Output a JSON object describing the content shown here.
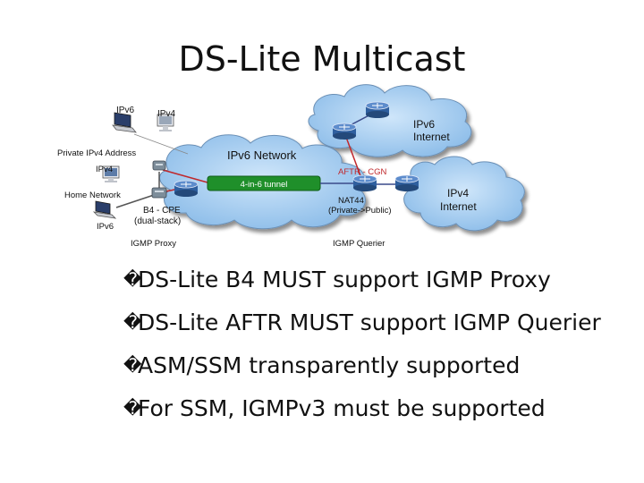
{
  "title": "DS-Lite Multicast",
  "diagram": {
    "labels": {
      "ipv6_device": "IPv6",
      "ipv4_device": "IPv4",
      "private_ipv4": "Private IPv4 Address",
      "ipv4_host": "IPv4",
      "home_network": "Home Network",
      "ipv6_host": "IPv6",
      "b4_cpe": "B4 - CPE",
      "dual_stack": "(dual-stack)",
      "igmp_proxy": "IGMP Proxy",
      "ipv6_network": "IPv6 Network",
      "tunnel": "4-in-6 tunnel",
      "aftr_cgn": "AFTR - CGN",
      "nat44": "NAT44",
      "private_public": "(Private->Public)",
      "igmp_querier": "IGMP Querier",
      "ipv6_internet_line1": "IPv6",
      "ipv6_internet_line2": "Internet",
      "ipv4_internet_line1": "IPv4",
      "ipv4_internet_line2": "Internet"
    },
    "colors": {
      "cloud": "#9ec9ef",
      "tunnel": "#1f8f2a",
      "link_red": "#c0282c",
      "aftr_text": "#c0282c"
    }
  },
  "bullets": [
    {
      "mark": "�",
      "text": "DS-Lite B4 MUST support IGMP Proxy"
    },
    {
      "mark": "�",
      "text": "DS-Lite AFTR MUST support IGMP Querier"
    },
    {
      "mark": "�",
      "text": "ASM/SSM transparently supported"
    },
    {
      "mark": "�",
      "text": "For SSM, IGMPv3 must be supported"
    }
  ]
}
